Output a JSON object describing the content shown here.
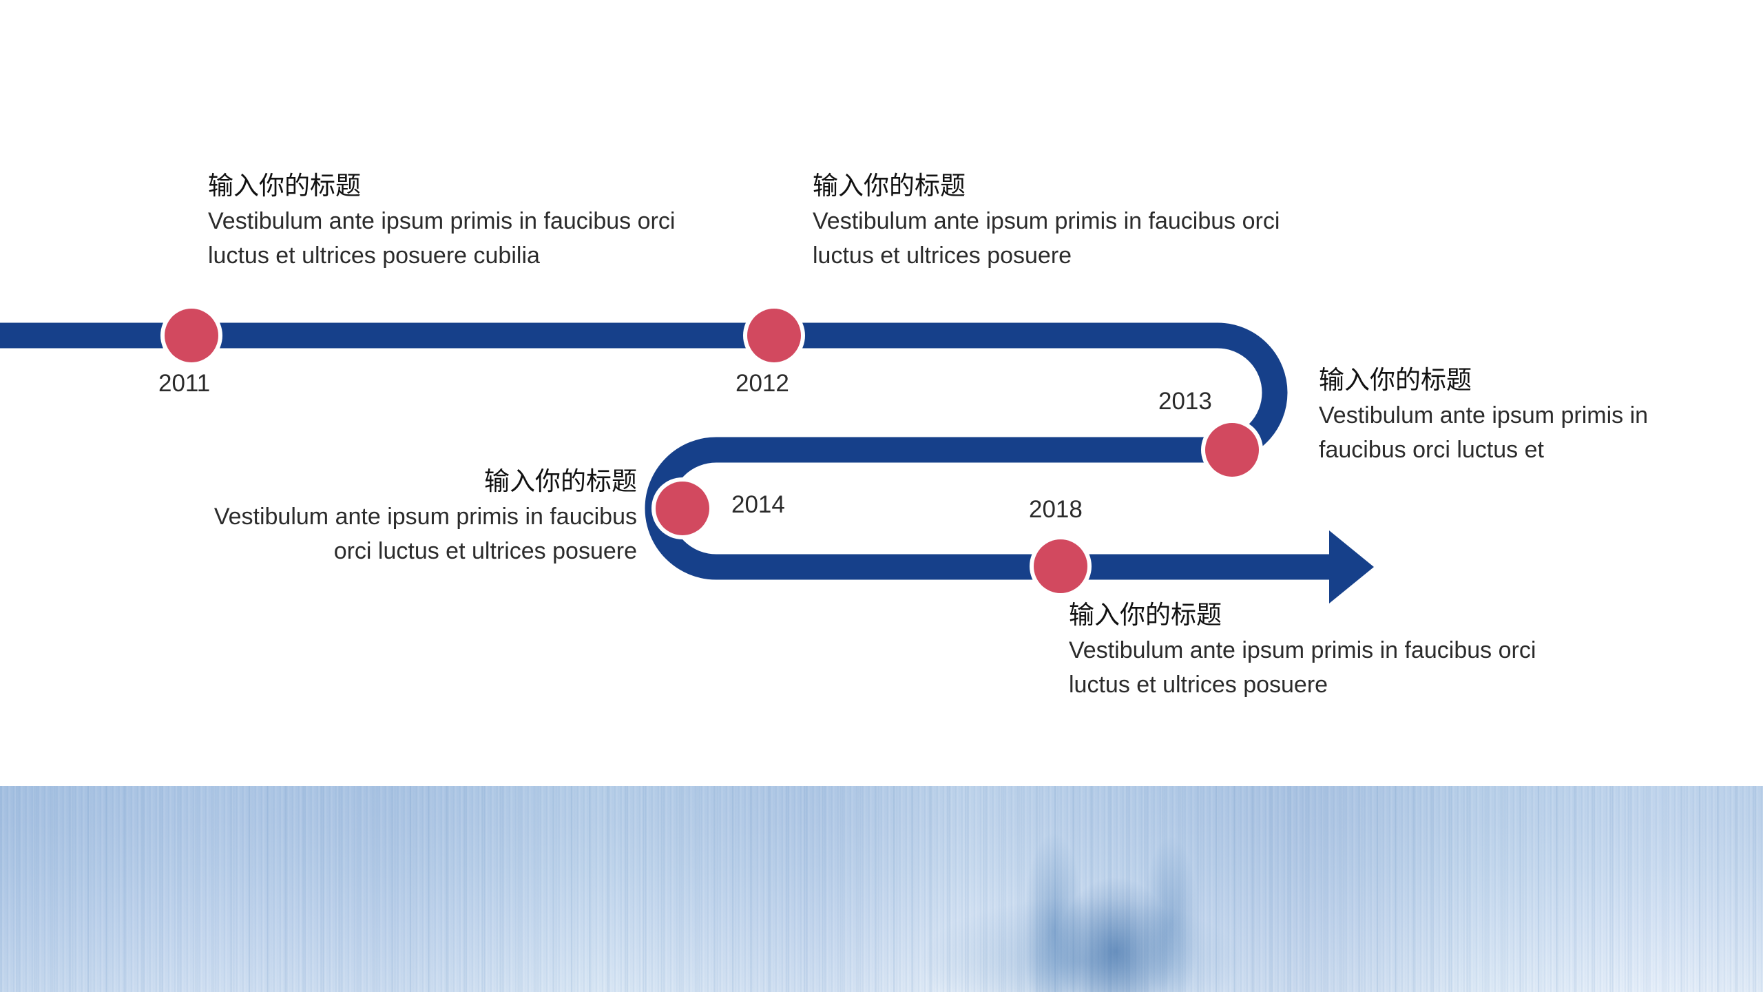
{
  "slide": {
    "background_color": "#ffffff",
    "accent_blue": "#16408A",
    "marker_red": "#D2495F",
    "marker_ring": "#ffffff",
    "text_color": "#1a1a1a"
  },
  "timeline": {
    "milestones": [
      {
        "year": "2011",
        "title": "输入你的标题",
        "body": "Vestibulum ante ipsum primis in faucibus orci luctus et ultrices posuere cubilia",
        "align": "left"
      },
      {
        "year": "2012",
        "title": "输入你的标题",
        "body": "Vestibulum ante ipsum primis in faucibus orci luctus et ultrices posuere",
        "align": "left"
      },
      {
        "year": "2013",
        "title": "输入你的标题",
        "body": "Vestibulum ante ipsum primis in faucibus orci luctus et",
        "align": "left"
      },
      {
        "year": "2014",
        "title": "输入你的标题",
        "body": "Vestibulum ante ipsum primis in faucibus orci luctus et ultrices posuere",
        "align": "right"
      },
      {
        "year": "2018",
        "title": "输入你的标题",
        "body": "Vestibulum ante ipsum primis in faucibus orci luctus et ultrices posuere",
        "align": "left"
      }
    ]
  },
  "footer": {
    "description": "blurred light-blue vertical-streak cityscape band"
  }
}
